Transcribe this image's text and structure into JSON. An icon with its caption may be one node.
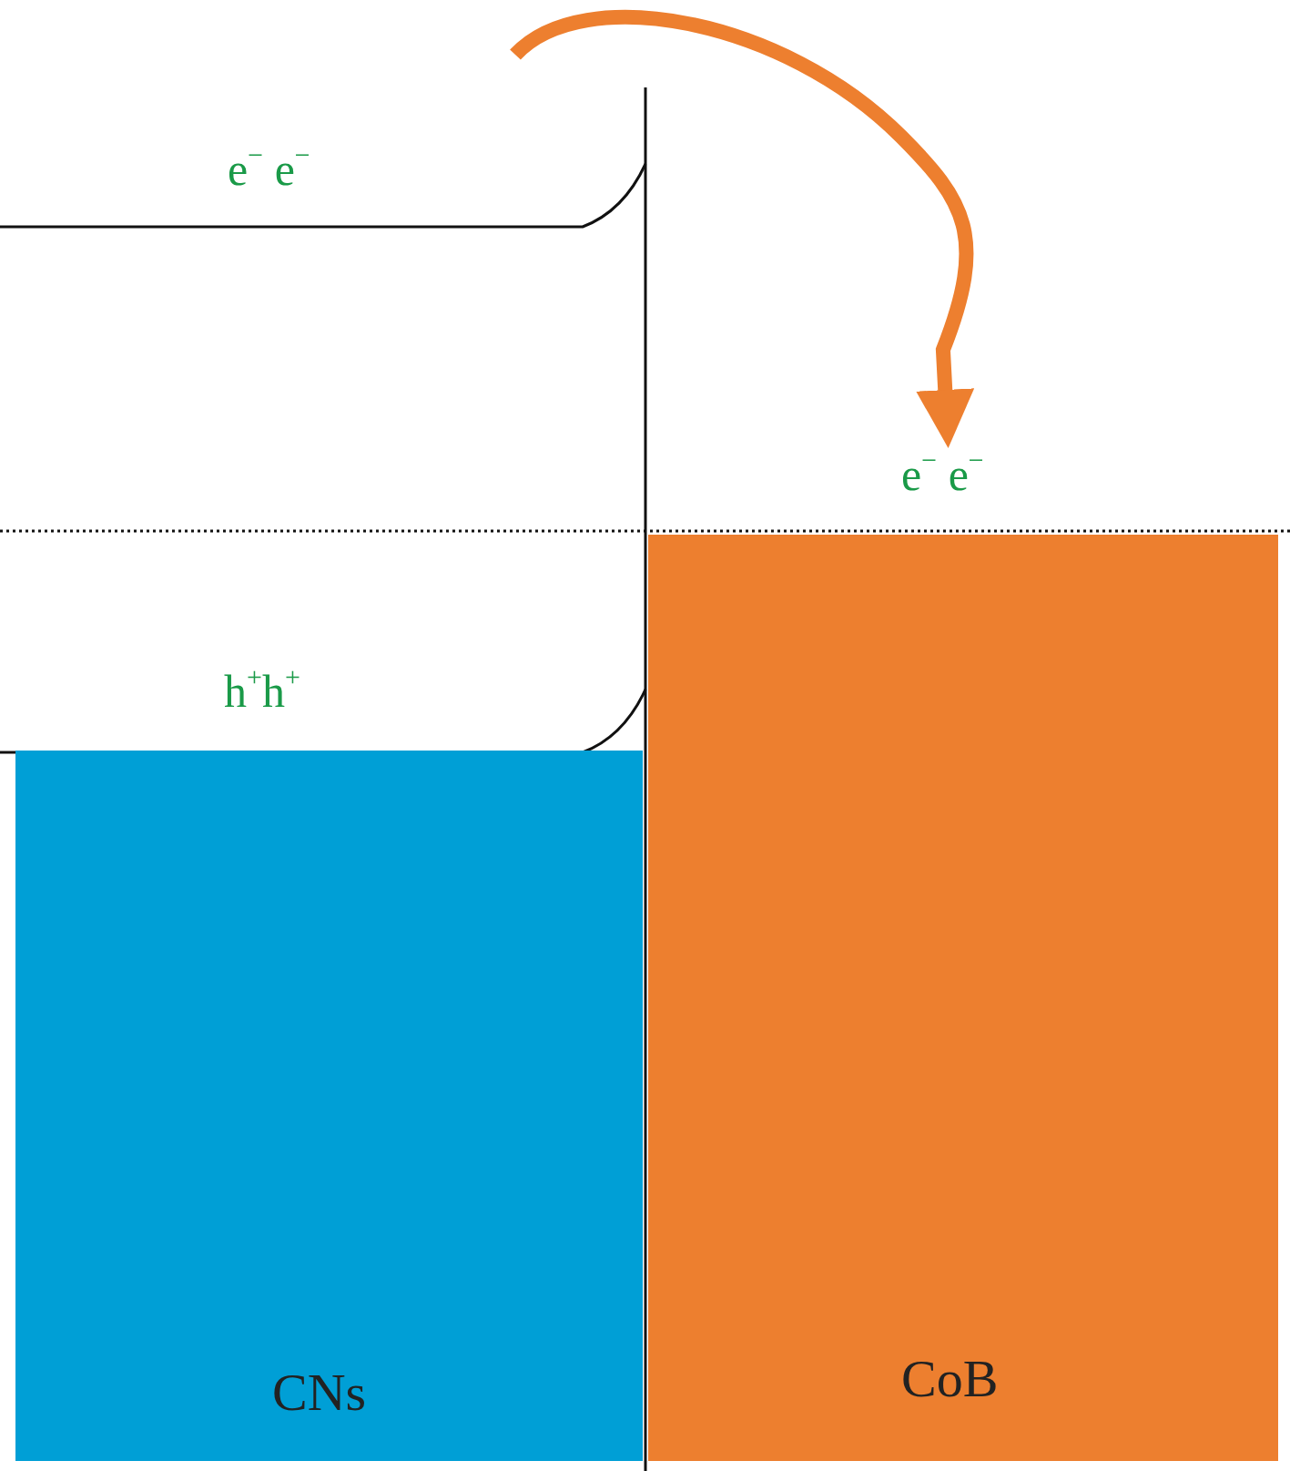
{
  "diagram": {
    "nodes": [
      {
        "text": [
          "CNs"
        ]
      },
      {
        "text": [
          "CoB"
        ]
      },
      {
        "text": [
          "e$^{−}$ e$^{−}$"
        ]
      }
    ],
    "edges": [
      {
        "from": null,
        "to": 2,
        "arrow": "to",
        "color": "#ed7f2f"
      }
    ],
    "labels": [
      "e$^{−}$ e$^{−}$",
      "h$^{+}$h$^{+}$"
    ]
  }
}
